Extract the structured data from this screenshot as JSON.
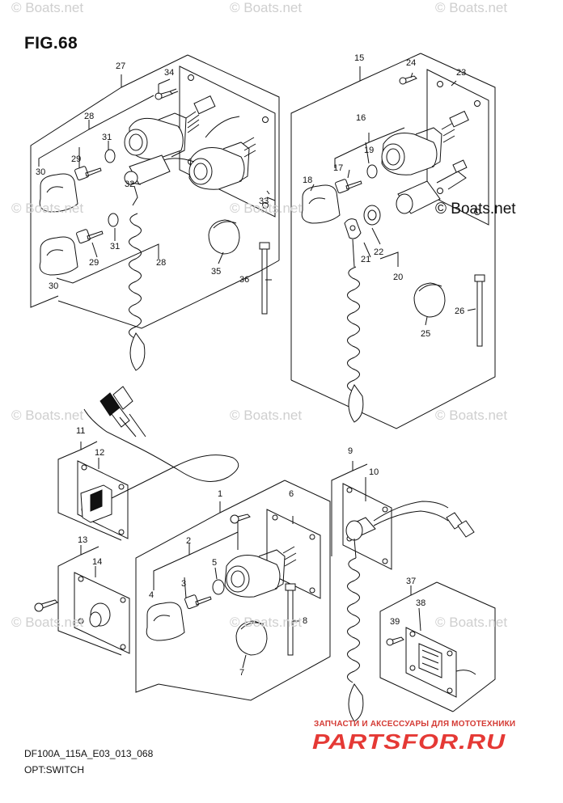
{
  "figure": {
    "title": "FIG.68",
    "code": "DF100A_115A_E03_013_068",
    "name": "OPT:SWITCH"
  },
  "copyright": "© Boats.net",
  "watermark": "© Boats.net",
  "promo": {
    "tagline": "ЗАПЧАСТИ И АКСЕССУАРЫ ДЛЯ МОТОТЕХНИКИ",
    "brand": "PARTSFOR.RU"
  },
  "part_labels": [
    "27",
    "34",
    "28",
    "31",
    "29",
    "30",
    "32",
    "33",
    "31",
    "29",
    "28",
    "35",
    "36",
    "30",
    "15",
    "24",
    "23",
    "16",
    "19",
    "17",
    "18",
    "22",
    "21",
    "20",
    "25",
    "26",
    "11",
    "12",
    "1",
    "6",
    "2",
    "5",
    "3",
    "4",
    "8",
    "7",
    "13",
    "14",
    "9",
    "10",
    "37",
    "38",
    "39"
  ]
}
